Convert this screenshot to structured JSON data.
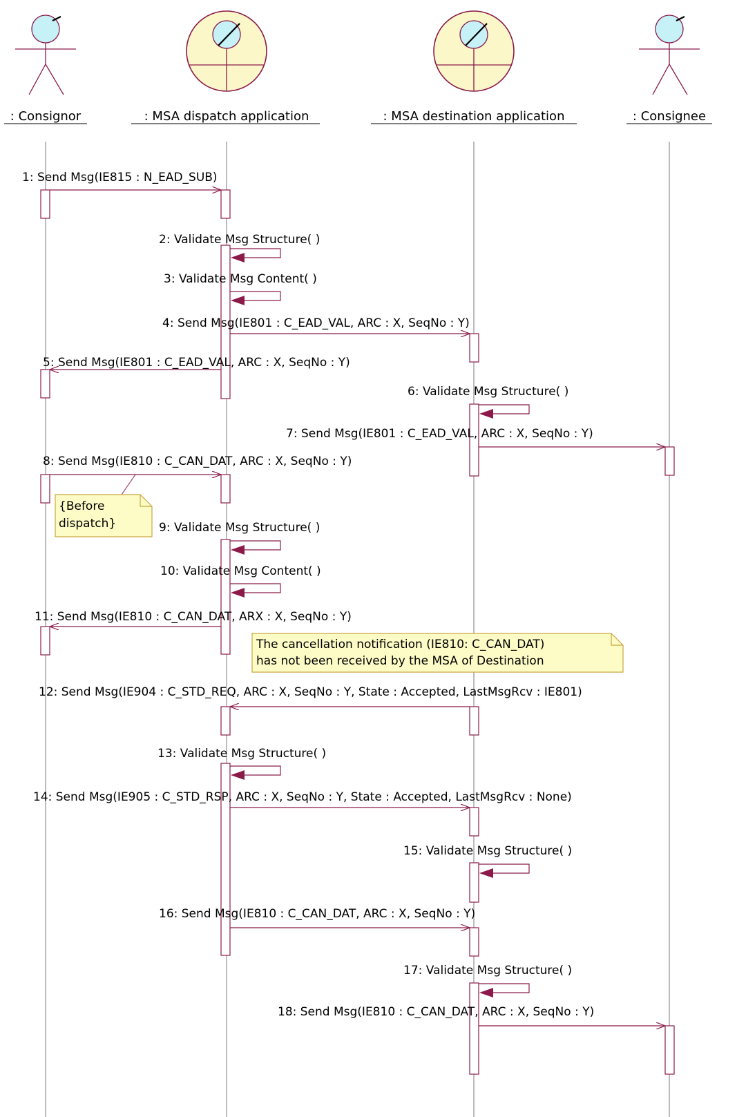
{
  "colors": {
    "line": "#8b1a4a",
    "arrow_head": "#8b1a4a",
    "lifeline": "#7a7a7a",
    "boundary_fill": "#fbf7c8",
    "actor_head_fill": "#c6f2f7",
    "note_fill": "#fdfcc7",
    "note_border": "#c9a640"
  },
  "lifelines": [
    {
      "id": "consignor",
      "label": ": Consignor",
      "kind": "actor"
    },
    {
      "id": "dispatch",
      "label": ": MSA dispatch application",
      "kind": "boundary"
    },
    {
      "id": "destination",
      "label": ": MSA destination application",
      "kind": "boundary"
    },
    {
      "id": "consignee",
      "label": ": Consignee",
      "kind": "actor"
    }
  ],
  "messages": [
    {
      "n": 1,
      "from": "consignor",
      "to": "dispatch",
      "label": "1: Send Msg(IE815 : N_EAD_SUB)"
    },
    {
      "n": 2,
      "from": "dispatch",
      "to": "dispatch",
      "label": "2: Validate Msg Structure( )"
    },
    {
      "n": 3,
      "from": "dispatch",
      "to": "dispatch",
      "label": "3: Validate Msg Content( )"
    },
    {
      "n": 4,
      "from": "dispatch",
      "to": "destination",
      "label": "4: Send Msg(IE801 : C_EAD_VAL, ARC : X, SeqNo : Y)"
    },
    {
      "n": 5,
      "from": "dispatch",
      "to": "consignor",
      "label": "5: Send Msg(IE801 : C_EAD_VAL, ARC : X, SeqNo : Y)"
    },
    {
      "n": 6,
      "from": "destination",
      "to": "destination",
      "label": "6: Validate Msg Structure( )"
    },
    {
      "n": 7,
      "from": "destination",
      "to": "consignee",
      "label": "7: Send Msg(IE801 : C_EAD_VAL, ARC : X, SeqNo : Y)"
    },
    {
      "n": 8,
      "from": "consignor",
      "to": "dispatch",
      "label": "8: Send Msg(IE810 : C_CAN_DAT, ARC : X, SeqNo : Y)"
    },
    {
      "n": 9,
      "from": "dispatch",
      "to": "dispatch",
      "label": "9: Validate Msg Structure( )"
    },
    {
      "n": 10,
      "from": "dispatch",
      "to": "dispatch",
      "label": "10: Validate Msg Content( )"
    },
    {
      "n": 11,
      "from": "dispatch",
      "to": "consignor",
      "label": "11: Send Msg(IE810 : C_CAN_DAT, ARX : X, SeqNo : Y)"
    },
    {
      "n": 12,
      "from": "destination",
      "to": "dispatch",
      "label": "12: Send Msg(IE904 : C_STD_REQ, ARC : X, SeqNo : Y, State : Accepted, LastMsgRcv : IE801)"
    },
    {
      "n": 13,
      "from": "dispatch",
      "to": "dispatch",
      "label": "13: Validate Msg Structure( )"
    },
    {
      "n": 14,
      "from": "dispatch",
      "to": "destination",
      "label": "14: Send Msg(IE905 : C_STD_RSP, ARC : X, SeqNo : Y, State : Accepted, LastMsgRcv : None)"
    },
    {
      "n": 15,
      "from": "destination",
      "to": "destination",
      "label": "15: Validate Msg Structure( )"
    },
    {
      "n": 16,
      "from": "dispatch",
      "to": "destination",
      "label": "16: Send Msg(IE810 : C_CAN_DAT, ARC : X, SeqNo : Y)"
    },
    {
      "n": 17,
      "from": "destination",
      "to": "destination",
      "label": "17: Validate Msg Structure( )"
    },
    {
      "n": 18,
      "from": "destination",
      "to": "consignee",
      "label": "18: Send Msg(IE810 : C_CAN_DAT, ARC : X, SeqNo : Y)"
    }
  ],
  "notes": [
    {
      "id": "before-dispatch",
      "lines": [
        "{Before",
        "dispatch}"
      ]
    },
    {
      "id": "cancellation-note",
      "lines": [
        "The cancellation notification (IE810: C_CAN_DAT)",
        "has not been received by the MSA of Destination"
      ]
    }
  ]
}
